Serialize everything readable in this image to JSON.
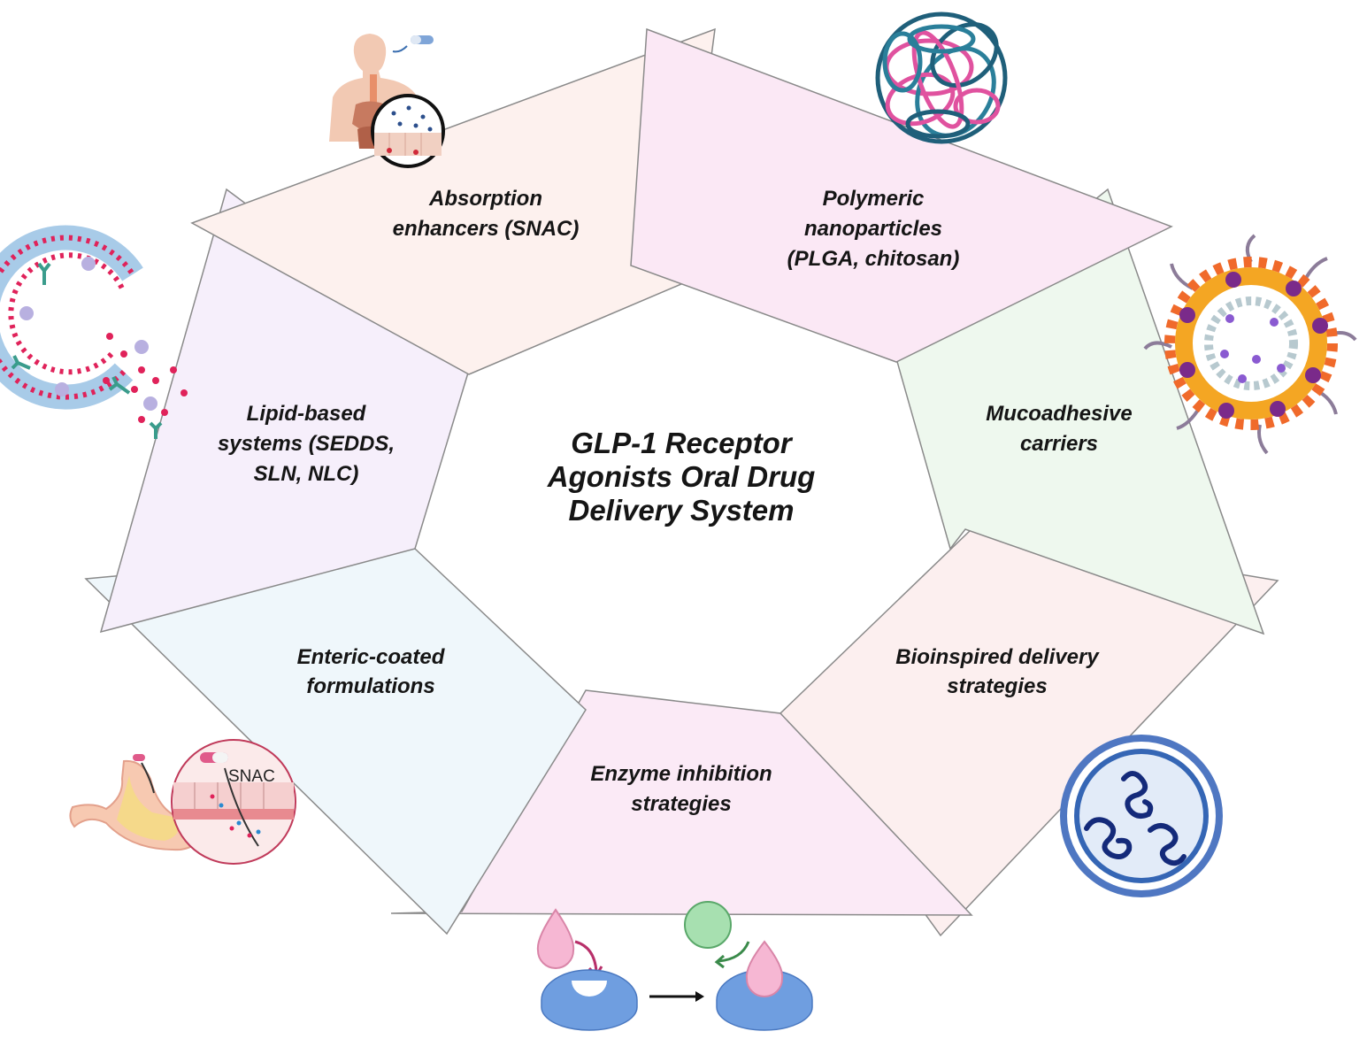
{
  "center_title": {
    "line1": "GLP-1 Receptor",
    "line2": "Agonists Oral Drug",
    "line3": "Delivery System"
  },
  "segments": [
    {
      "id": "absorption",
      "lines": [
        "Absorption",
        "enhancers (SNAC)"
      ],
      "color": "#fdf1ee",
      "icon": "human-digestive-absorption-icon"
    },
    {
      "id": "polymeric",
      "lines": [
        "Polymeric",
        "nanoparticles",
        "(PLGA, chitosan)"
      ],
      "color": "#fbe8f5",
      "icon": "polymer-nanoparticle-icon"
    },
    {
      "id": "mucoadhesive",
      "lines": [
        "Mucoadhesive",
        "carriers"
      ],
      "color": "#eef8ee",
      "icon": "micelle-carrier-icon"
    },
    {
      "id": "bioinspired",
      "lines": [
        "Bioinspired delivery",
        "strategies"
      ],
      "color": "#fcefef",
      "icon": "bioinspired-vesicle-icon"
    },
    {
      "id": "enzyme",
      "lines": [
        "Enzyme inhibition",
        "strategies"
      ],
      "color": "#fbeaf6",
      "icon": "enzyme-inhibitor-icon"
    },
    {
      "id": "enteric",
      "lines": [
        "Enteric-coated",
        "formulations"
      ],
      "color": "#eff7fb",
      "icon": "stomach-snac-icon"
    },
    {
      "id": "lipid",
      "lines": [
        "Lipid-based",
        "systems (SEDDS,",
        "SLN, NLC)"
      ],
      "color": "#f6effb",
      "icon": "liposome-icon"
    }
  ],
  "snac_label": "SNAC"
}
